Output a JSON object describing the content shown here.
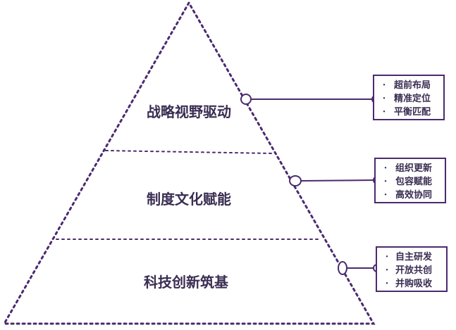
{
  "colors": {
    "outline": "#4b2a6e",
    "text": "#3a2d52",
    "background": "#ffffff"
  },
  "diagram": {
    "type": "pyramid",
    "layers": [
      {
        "title": "战略视野驱动",
        "items": [
          "超前布局",
          "精准定位",
          "平衡匹配"
        ]
      },
      {
        "title": "制度文化赋能",
        "items": [
          "组织更新",
          "包容赋能",
          "高效协同"
        ]
      },
      {
        "title": "科技创新筑基",
        "items": [
          "自主研发",
          "开放共创",
          "并购吸收"
        ]
      }
    ]
  }
}
